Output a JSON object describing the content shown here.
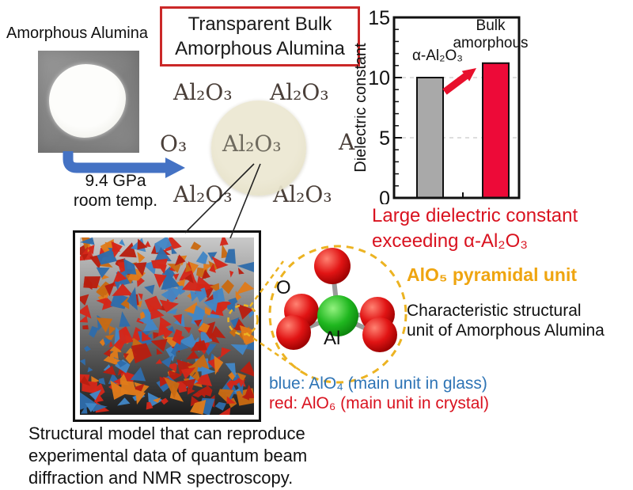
{
  "colors": {
    "accent_red": "#d9121f",
    "gold": "#efa510",
    "blue_text": "#2e74b5",
    "title_border": "#cb2828",
    "arrow_blue": "#4472c4"
  },
  "photo": {
    "label": "Amorphous Alumina"
  },
  "process": {
    "line1": "9.4 GPa",
    "line2": "room temp."
  },
  "title": {
    "line1": "Transparent Bulk",
    "line2": "Amorphous Alumina"
  },
  "paper": {
    "row1": [
      "Al₂O₃",
      "Al₂O₃"
    ],
    "row2": [
      "O₃",
      "Al₂O₃",
      "A"
    ],
    "row3": [
      "Al₂O₃",
      "Al₂O₃"
    ]
  },
  "chart_data": {
    "type": "bar",
    "title": "",
    "ylabel": "Dielectric constant",
    "xlabel": "",
    "ylim": [
      0,
      15
    ],
    "yticks": [
      0,
      5,
      10,
      15
    ],
    "minor_tick_step": 1,
    "gridlines": [
      5,
      10
    ],
    "grid_style": "dashed",
    "categories": [
      "α-Al₂O₃",
      "Bulk amorphous"
    ],
    "category_label_lines": [
      [
        "α-Al₂O₃"
      ],
      [
        "Bulk",
        "amorphous"
      ]
    ],
    "values": [
      10,
      11.2
    ],
    "bar_colors": [
      "#a9a9a9",
      "#ed0a38"
    ],
    "bar_edge_color": "#111111",
    "annotation_arrow": {
      "from_bar": 0,
      "to_bar": 1,
      "color": "#e8102c"
    },
    "legend_position": "none"
  },
  "chart_caption": {
    "line1": "Large dielectric constant",
    "line2": "exceeding α-Al₂O₃"
  },
  "unit": {
    "title": "AlO₅ pyramidal unit",
    "desc1": "Characteristic structural",
    "desc2": "unit of Amorphous Alumina",
    "o_label": "O",
    "al_label": "Al"
  },
  "legend": {
    "blue": "blue: AlO₄ (main unit in glass)",
    "red": "red: AlO₆ (main unit in crystal)"
  },
  "model": {
    "palette": {
      "red": "#d42619",
      "red2": "#b81e10",
      "orange": "#e07b1a",
      "orange2": "#c96a12",
      "blue": "#4286c6",
      "blue2": "#2f6cab"
    },
    "background_top": "#c9c9c9",
    "background_bottom": "#1c1c1c",
    "count": 300,
    "seed": 7
  },
  "caption": {
    "line1": "Structural model that can reproduce",
    "line2": "experimental data of quantum beam",
    "line3": "diffraction and NMR spectroscopy."
  }
}
